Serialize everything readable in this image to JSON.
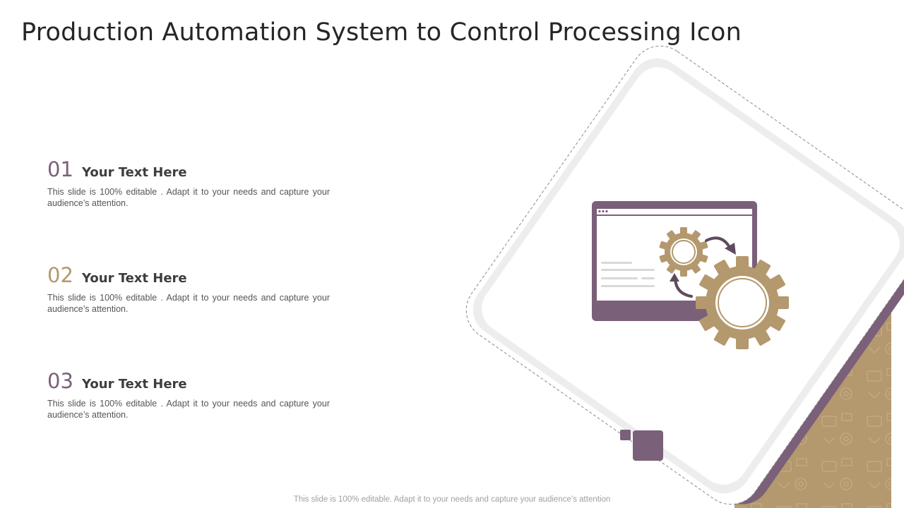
{
  "slide": {
    "title": "Production Automation System to Control Processing Icon",
    "items": [
      {
        "number": "01",
        "heading": "Your Text Here",
        "body": "This slide is 100% editable . Adapt it to your needs and capture your audience’s attention."
      },
      {
        "number": "02",
        "heading": "Your Text Here",
        "body": "This slide is 100% editable . Adapt it to your needs and capture your audience’s attention."
      },
      {
        "number": "03",
        "heading": "Your Text Here",
        "body": "This slide is 100% editable . Adapt it to your needs and capture your audience’s attention."
      }
    ],
    "footer": "This slide is 100% editable. Adapt it to your needs and capture your audience’s attention"
  },
  "colors": {
    "purple": "#7b6079",
    "gold": "#b4986e",
    "dark_text": "#262626"
  },
  "icons": [
    "browser-window-icon",
    "gear-large-icon",
    "gear-small-icon",
    "cycle-arrows-icon"
  ]
}
